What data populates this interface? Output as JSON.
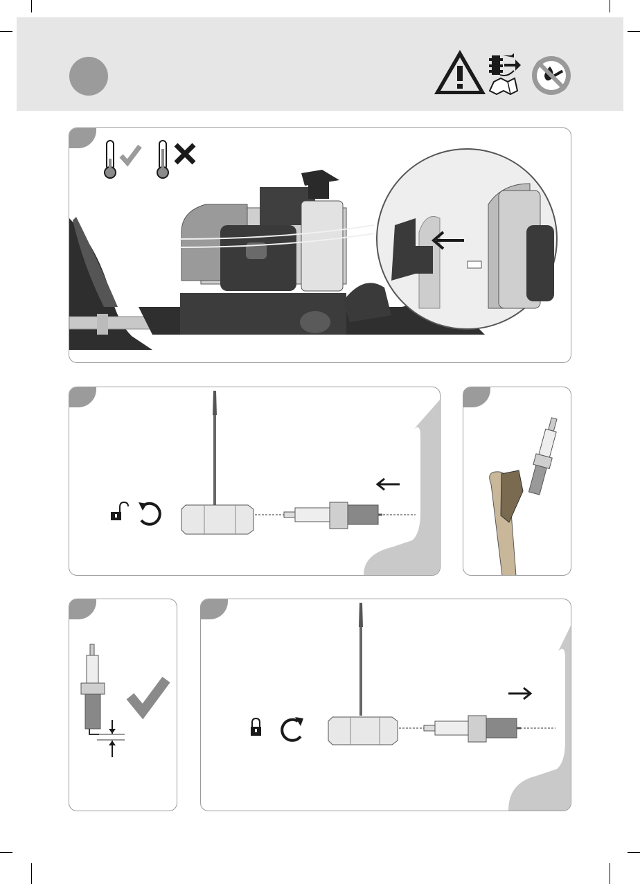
{
  "page": {
    "header_icons": [
      "warning-triangle-icon",
      "read-manual-tools-icon",
      "no-fire-no-smoking-icon"
    ],
    "step_number_badge": "step-circle"
  },
  "panels": [
    {
      "id": "panel-1",
      "topic": "cool-engine-remove-spark-plug-cap",
      "icons": [
        "thermometer-cold-ok-icon",
        "thermometer-hot-not-ok-icon",
        "arrow-left-icon"
      ]
    },
    {
      "id": "panel-2",
      "topic": "unscrew-spark-plug",
      "icons": [
        "unlock-icon",
        "counterclockwise-icon",
        "arrow-left-icon"
      ]
    },
    {
      "id": "panel-3",
      "topic": "clean-spark-plug-wire-brush",
      "icons": [
        "wire-brush-icon",
        "spark-plug-icon"
      ]
    },
    {
      "id": "panel-4",
      "topic": "check-electrode-gap",
      "icons": [
        "checkmark-icon",
        "gap-arrows-icon"
      ]
    },
    {
      "id": "panel-5",
      "topic": "screw-in-spark-plug",
      "icons": [
        "lock-icon",
        "clockwise-icon",
        "arrow-right-icon"
      ]
    }
  ],
  "colors": {
    "header_bg": "#e6e6e6",
    "step_grey": "#9b9b9b",
    "panel_border": "#9a9a9a",
    "engine_dark": "#3a3a3a",
    "part_light": "#d2d2d2"
  }
}
